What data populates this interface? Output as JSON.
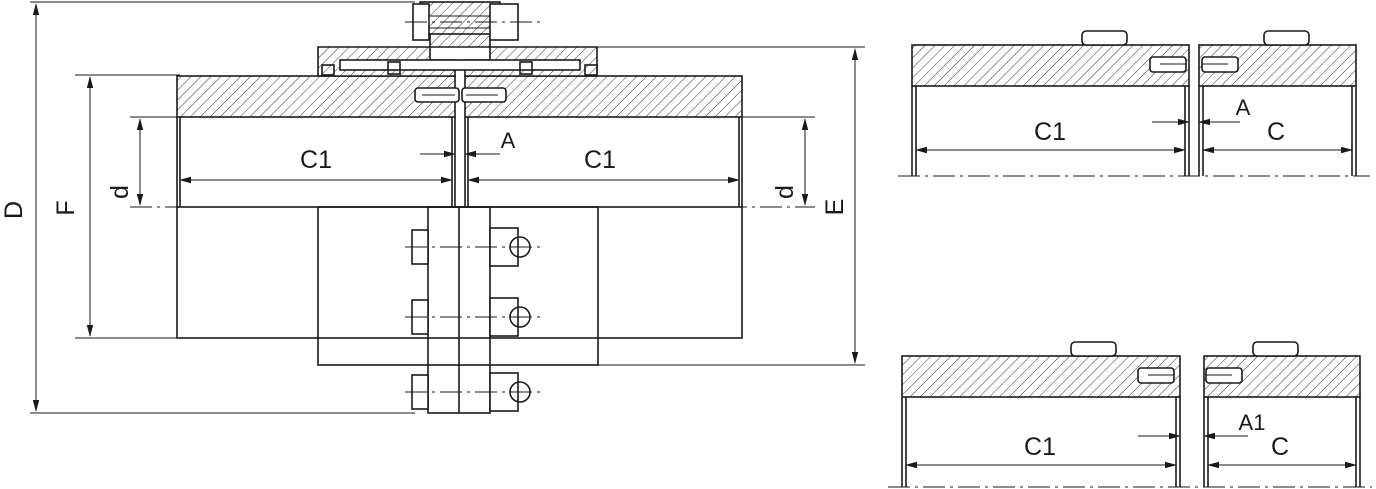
{
  "labels": {
    "D": "D",
    "F": "F",
    "d_left": "d",
    "d_right": "d",
    "E": "E",
    "C1_left": "C1",
    "C1_right": "C1",
    "A_main": "A",
    "C1_top": "C1",
    "A_top": "A",
    "C_top": "C",
    "C1_bottom": "C1",
    "A1_bottom": "A1",
    "C_bottom": "C"
  },
  "colors": {
    "line": "#1a1a1a",
    "background": "#ffffff"
  }
}
